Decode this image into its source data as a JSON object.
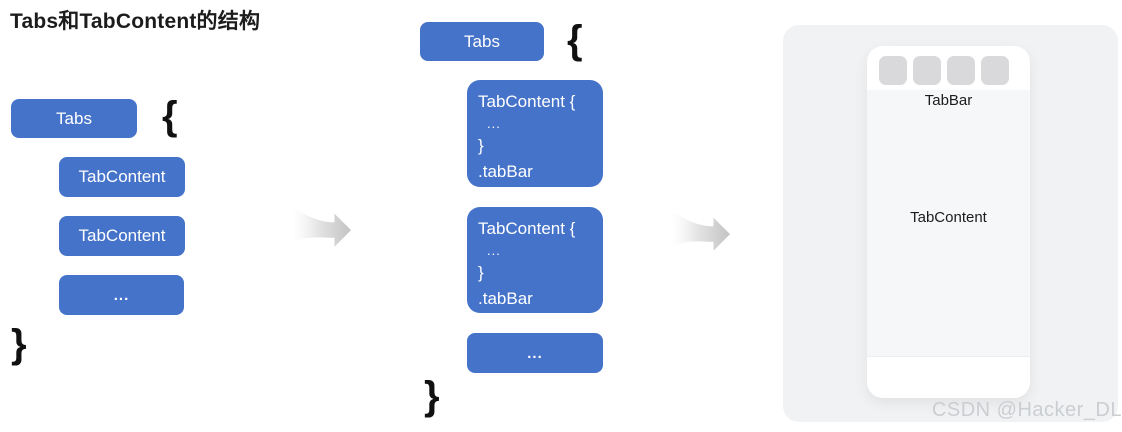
{
  "title": "Tabs和TabContent的结构",
  "colors": {
    "blue": "#4573C9",
    "panel": "#F1F2F4",
    "phone-bg": "#F6F7F9",
    "square": "#D9D9DC",
    "watermark": "#CBCED1"
  },
  "left_diagram": {
    "tabs_label": "Tabs",
    "open_brace": "{",
    "items": [
      "TabContent",
      "TabContent",
      "..."
    ],
    "close_brace": "}"
  },
  "middle_diagram": {
    "tabs_label": "Tabs",
    "open_brace": "{",
    "blocks": [
      {
        "lines": [
          "TabContent {",
          "...",
          "}",
          ".tabBar"
        ]
      },
      {
        "lines": [
          "TabContent {",
          "...",
          "}",
          ".tabBar"
        ]
      }
    ],
    "ellipsis_label": "...",
    "close_brace": "}"
  },
  "phone": {
    "tab_count": 4,
    "tabbar_label": "TabBar",
    "tabcontent_label": "TabContent"
  },
  "watermark": "CSDN @Hacker_DL"
}
